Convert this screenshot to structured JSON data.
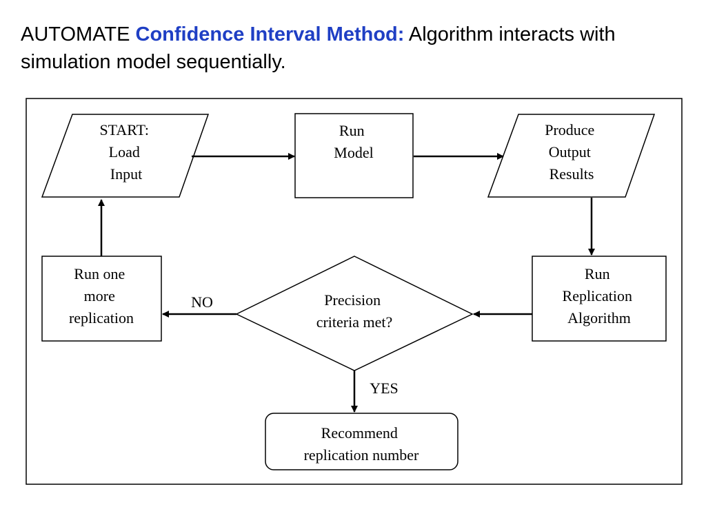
{
  "heading": {
    "prefix": "AUTOMATE ",
    "highlight": "Confidence Interval Method:",
    "suffix": "  Algorithm interacts with simulation model sequentially.",
    "highlight_color": "#1f3fc4"
  },
  "diagram": {
    "nodes": {
      "start": [
        "START:",
        "Load",
        "Input"
      ],
      "run_model": [
        "Run",
        "Model"
      ],
      "produce_output": [
        "Produce",
        "Output",
        "Results"
      ],
      "run_replication_algorithm": [
        "Run",
        "Replication",
        "Algorithm"
      ],
      "precision_check": [
        "Precision",
        "criteria met?"
      ],
      "run_one_more": [
        "Run one",
        "more",
        "replication"
      ],
      "recommend": [
        "Recommend",
        "replication number"
      ]
    },
    "edge_labels": {
      "no": "NO",
      "yes": "YES"
    }
  }
}
